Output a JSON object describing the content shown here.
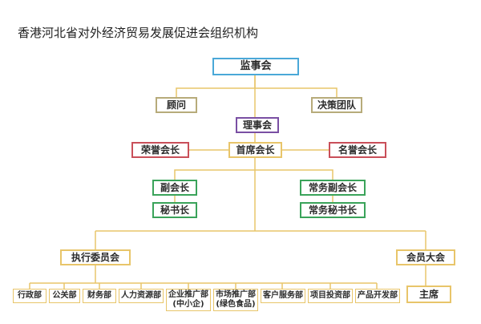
{
  "title": "香港河北省对外经济贸易发展促进会组织机构",
  "nodes": {
    "supervisory": "监事会",
    "advisor": "顾问",
    "decision_team": "决策团队",
    "council": "理事会",
    "honorary_president": "荣誉会长",
    "chairman": "首席会长",
    "famous_president": "名誉会长",
    "vice_president": "副会长",
    "executive_vice_president": "常务副会长",
    "secretary_general": "秘书长",
    "executive_secretary_general": "常务秘书长",
    "executive_committee": "执行委员会",
    "general_assembly": "会员大会",
    "chair": "主席"
  },
  "departments": [
    {
      "line1": "行政部"
    },
    {
      "line1": "公关部"
    },
    {
      "line1": "财务部"
    },
    {
      "line1": "人力资源部"
    },
    {
      "line1": "企业推广部",
      "line2": "(中小企)"
    },
    {
      "line1": "市场推广部",
      "line2": "(绿色食品)"
    },
    {
      "line1": "客户服务部"
    },
    {
      "line1": "项目投资部"
    },
    {
      "line1": "产品开发部"
    }
  ],
  "colors": {
    "connector": "#e8c56a",
    "blue": "#4aa8d8",
    "olive": "#b7ab7a",
    "purple": "#7a4fa3",
    "red": "#c94f59",
    "green": "#3aa35a"
  }
}
